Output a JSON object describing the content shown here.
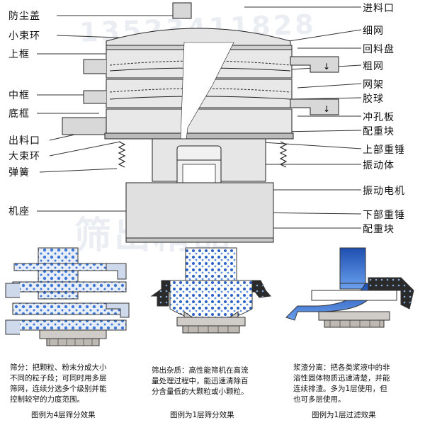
{
  "watermark": {
    "phone": "13523411828",
    "brand": "筛出精品"
  },
  "labels_left": [
    {
      "key": "dust_cover",
      "text": "防尘盖"
    },
    {
      "key": "small_clamp",
      "text": "小束环"
    },
    {
      "key": "upper_frame",
      "text": "上框"
    },
    {
      "key": "middle_frame",
      "text": "中框"
    },
    {
      "key": "bottom_frame",
      "text": "底框"
    },
    {
      "key": "outlet",
      "text": "出料口"
    },
    {
      "key": "large_clamp",
      "text": "大束环"
    },
    {
      "key": "spring",
      "text": "弹簧"
    },
    {
      "key": "base",
      "text": "机座"
    }
  ],
  "labels_right": [
    {
      "key": "inlet",
      "text": "进料口"
    },
    {
      "key": "fine_mesh",
      "text": "细网"
    },
    {
      "key": "return_tray",
      "text": "回料盘"
    },
    {
      "key": "coarse_mesh",
      "text": "粗网"
    },
    {
      "key": "mesh_frame",
      "text": "网架"
    },
    {
      "key": "rubber_ball",
      "text": "胶球"
    },
    {
      "key": "punch_plate",
      "text": "冲孔板"
    },
    {
      "key": "counterweight",
      "text": "配重块"
    },
    {
      "key": "upper_weight",
      "text": "上部重锤"
    },
    {
      "key": "vibrating_body",
      "text": "振动体"
    },
    {
      "key": "motor",
      "text": "振动电机"
    },
    {
      "key": "lower_weight",
      "text": "下部重锤"
    },
    {
      "key": "counterweight2",
      "text": "配重块"
    }
  ],
  "panels": [
    {
      "key": "grading",
      "desc": [
        "筛分：把颗粒、粉末分成大小",
        "不同的粒子段；可同时用多层",
        "筛网，连续分选多个级别并能",
        "控制较窄的力度范围。"
      ],
      "caption": "图例为4层筛分效果"
    },
    {
      "key": "impurity",
      "desc": [
        "筛出杂质：高性能筛机在高流",
        "量处理过程中，能迅速清除百",
        "分含量低的大颗粒或小颗粒。"
      ],
      "caption": "图例为1层筛分效果"
    },
    {
      "key": "filter",
      "desc": [
        "浆渣分离：把各类浆液中的非",
        "溶性固体物质迅速清楚，并能",
        "连续排渣。多为1层使用，但",
        "也可多层使用。"
      ],
      "caption": "图例为1层过滤效果"
    }
  ],
  "colors": {
    "line": "#222222",
    "metal": "#d8d8d8",
    "shade": "#b8b8b8",
    "blue": "#2f6fd0",
    "particle": "#3d78d8",
    "base": "#d0ccc8"
  }
}
